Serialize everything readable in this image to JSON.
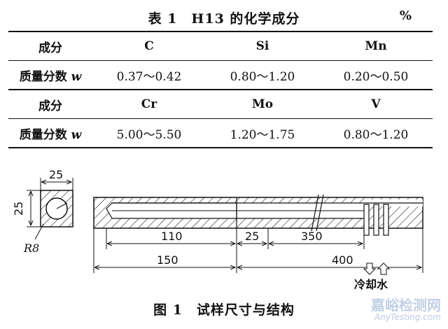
{
  "table": {
    "title": "表 1　H13 的化学成分",
    "unit": "%",
    "label_element": "成分",
    "label_mass_fraction": "质量分数",
    "label_mass_symbol": "w",
    "group1": {
      "elements": [
        "C",
        "Si",
        "Mn"
      ],
      "values": [
        "0.37～0.42",
        "0.80～1.20",
        "0.20～0.50"
      ]
    },
    "group2": {
      "elements": [
        "Cr",
        "Mo",
        "V"
      ],
      "values": [
        "5.00～5.50",
        "1.20～1.75",
        "0.80～1.20"
      ]
    }
  },
  "figure": {
    "caption": "图 1　试样尺寸与结构",
    "dims": {
      "side_width": "25",
      "side_height": "25",
      "radius": "R8",
      "inner_length": "110",
      "gap": "25",
      "hole_length": "350",
      "left_length": "150",
      "right_length": "400"
    },
    "cooling_label": "冷却水"
  },
  "watermark": {
    "main": "嘉峪检测网",
    "sub": "AnyTesting.com"
  }
}
